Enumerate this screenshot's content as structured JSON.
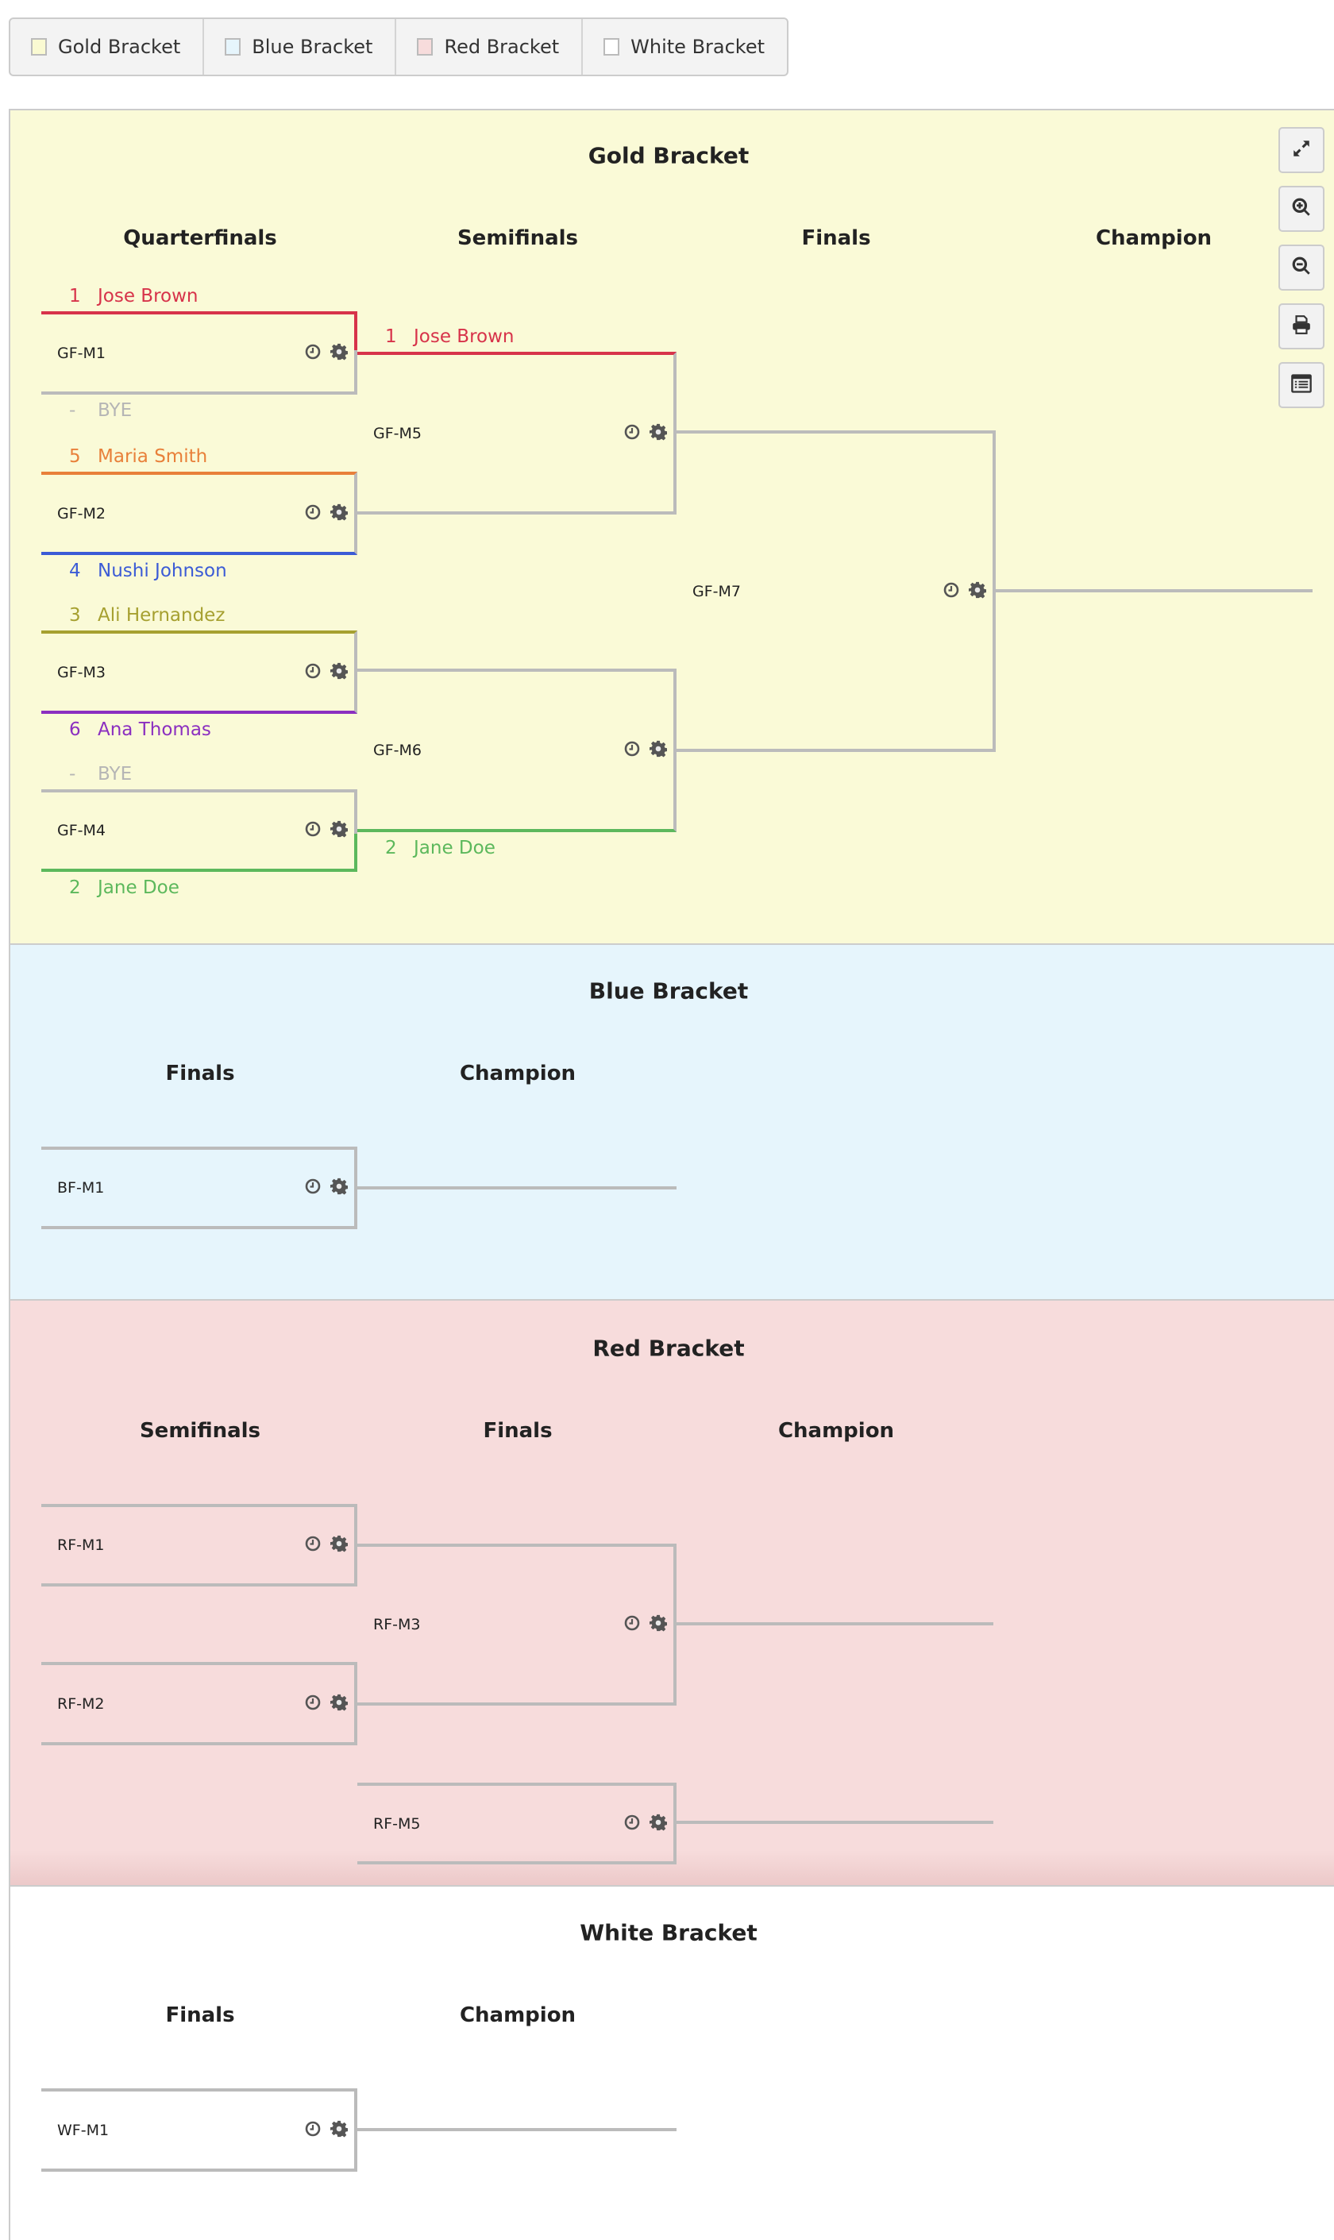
{
  "tabs": [
    {
      "label": "Gold Bracket",
      "swatch": "#fafad2"
    },
    {
      "label": "Blue Bracket",
      "swatch": "#e6f5fc"
    },
    {
      "label": "Red Bracket",
      "swatch": "#f7dcdc"
    },
    {
      "label": "White Bracket",
      "swatch": "#ffffff"
    }
  ],
  "toolbar": [
    "expand-icon",
    "zoom-in-icon",
    "zoom-out-icon",
    "print-icon",
    "list-icon"
  ],
  "brackets": [
    {
      "key": "gold",
      "title": "Gold Bracket",
      "bg": "#fafad7",
      "rounds": [
        "Quarterfinals",
        "Semifinals",
        "Finals",
        "Champion"
      ],
      "matches": [
        {
          "id": "GF-M1",
          "top": {
            "seed": "1",
            "name": "Jose Brown",
            "color": "#d7334a"
          },
          "bottom": {
            "seed": "-",
            "name": "BYE",
            "color": "#b5b5b5",
            "line": "#bbbbbb"
          },
          "advance": "top"
        },
        {
          "id": "GF-M2",
          "top": {
            "seed": "5",
            "name": "Maria Smith",
            "color": "#e8803a"
          },
          "bottom": {
            "seed": "4",
            "name": "Nushi Johnson",
            "color": "#3b5bd6"
          }
        },
        {
          "id": "GF-M3",
          "top": {
            "seed": "3",
            "name": "Ali Hernandez",
            "color": "#a6a030"
          },
          "bottom": {
            "seed": "6",
            "name": "Ana Thomas",
            "color": "#8b2fc0"
          }
        },
        {
          "id": "GF-M4",
          "top": {
            "seed": "-",
            "name": "BYE",
            "color": "#b5b5b5",
            "line": "#bbbbbb"
          },
          "bottom": {
            "seed": "2",
            "name": "Jane Doe",
            "color": "#5cb85c"
          },
          "advance": "bottom"
        },
        {
          "id": "GF-M5",
          "top": {
            "seed": "1",
            "name": "Jose Brown",
            "color": "#d7334a"
          },
          "bottom": null
        },
        {
          "id": "GF-M6",
          "top": null,
          "bottom": {
            "seed": "2",
            "name": "Jane Doe",
            "color": "#5cb85c"
          }
        },
        {
          "id": "GF-M7",
          "top": null,
          "bottom": null
        }
      ]
    },
    {
      "key": "blue",
      "title": "Blue Bracket",
      "bg": "#e6f5fc",
      "rounds": [
        "Finals",
        "Champion"
      ],
      "matches": [
        {
          "id": "BF-M1",
          "top": null,
          "bottom": null
        }
      ]
    },
    {
      "key": "red",
      "title": "Red Bracket",
      "bg": "#f7dcdc",
      "rounds": [
        "Semifinals",
        "Finals",
        "Champion"
      ],
      "matches": [
        {
          "id": "RF-M1",
          "top": null,
          "bottom": null
        },
        {
          "id": "RF-M2",
          "top": null,
          "bottom": null
        },
        {
          "id": "RF-M3",
          "top": null,
          "bottom": null
        },
        {
          "id": "RF-M5",
          "top": null,
          "bottom": null
        }
      ]
    },
    {
      "key": "white",
      "title": "White Bracket",
      "bg": "#ffffff",
      "rounds": [
        "Finals",
        "Champion"
      ],
      "matches": [
        {
          "id": "WF-M1",
          "top": null,
          "bottom": null
        }
      ]
    }
  ]
}
